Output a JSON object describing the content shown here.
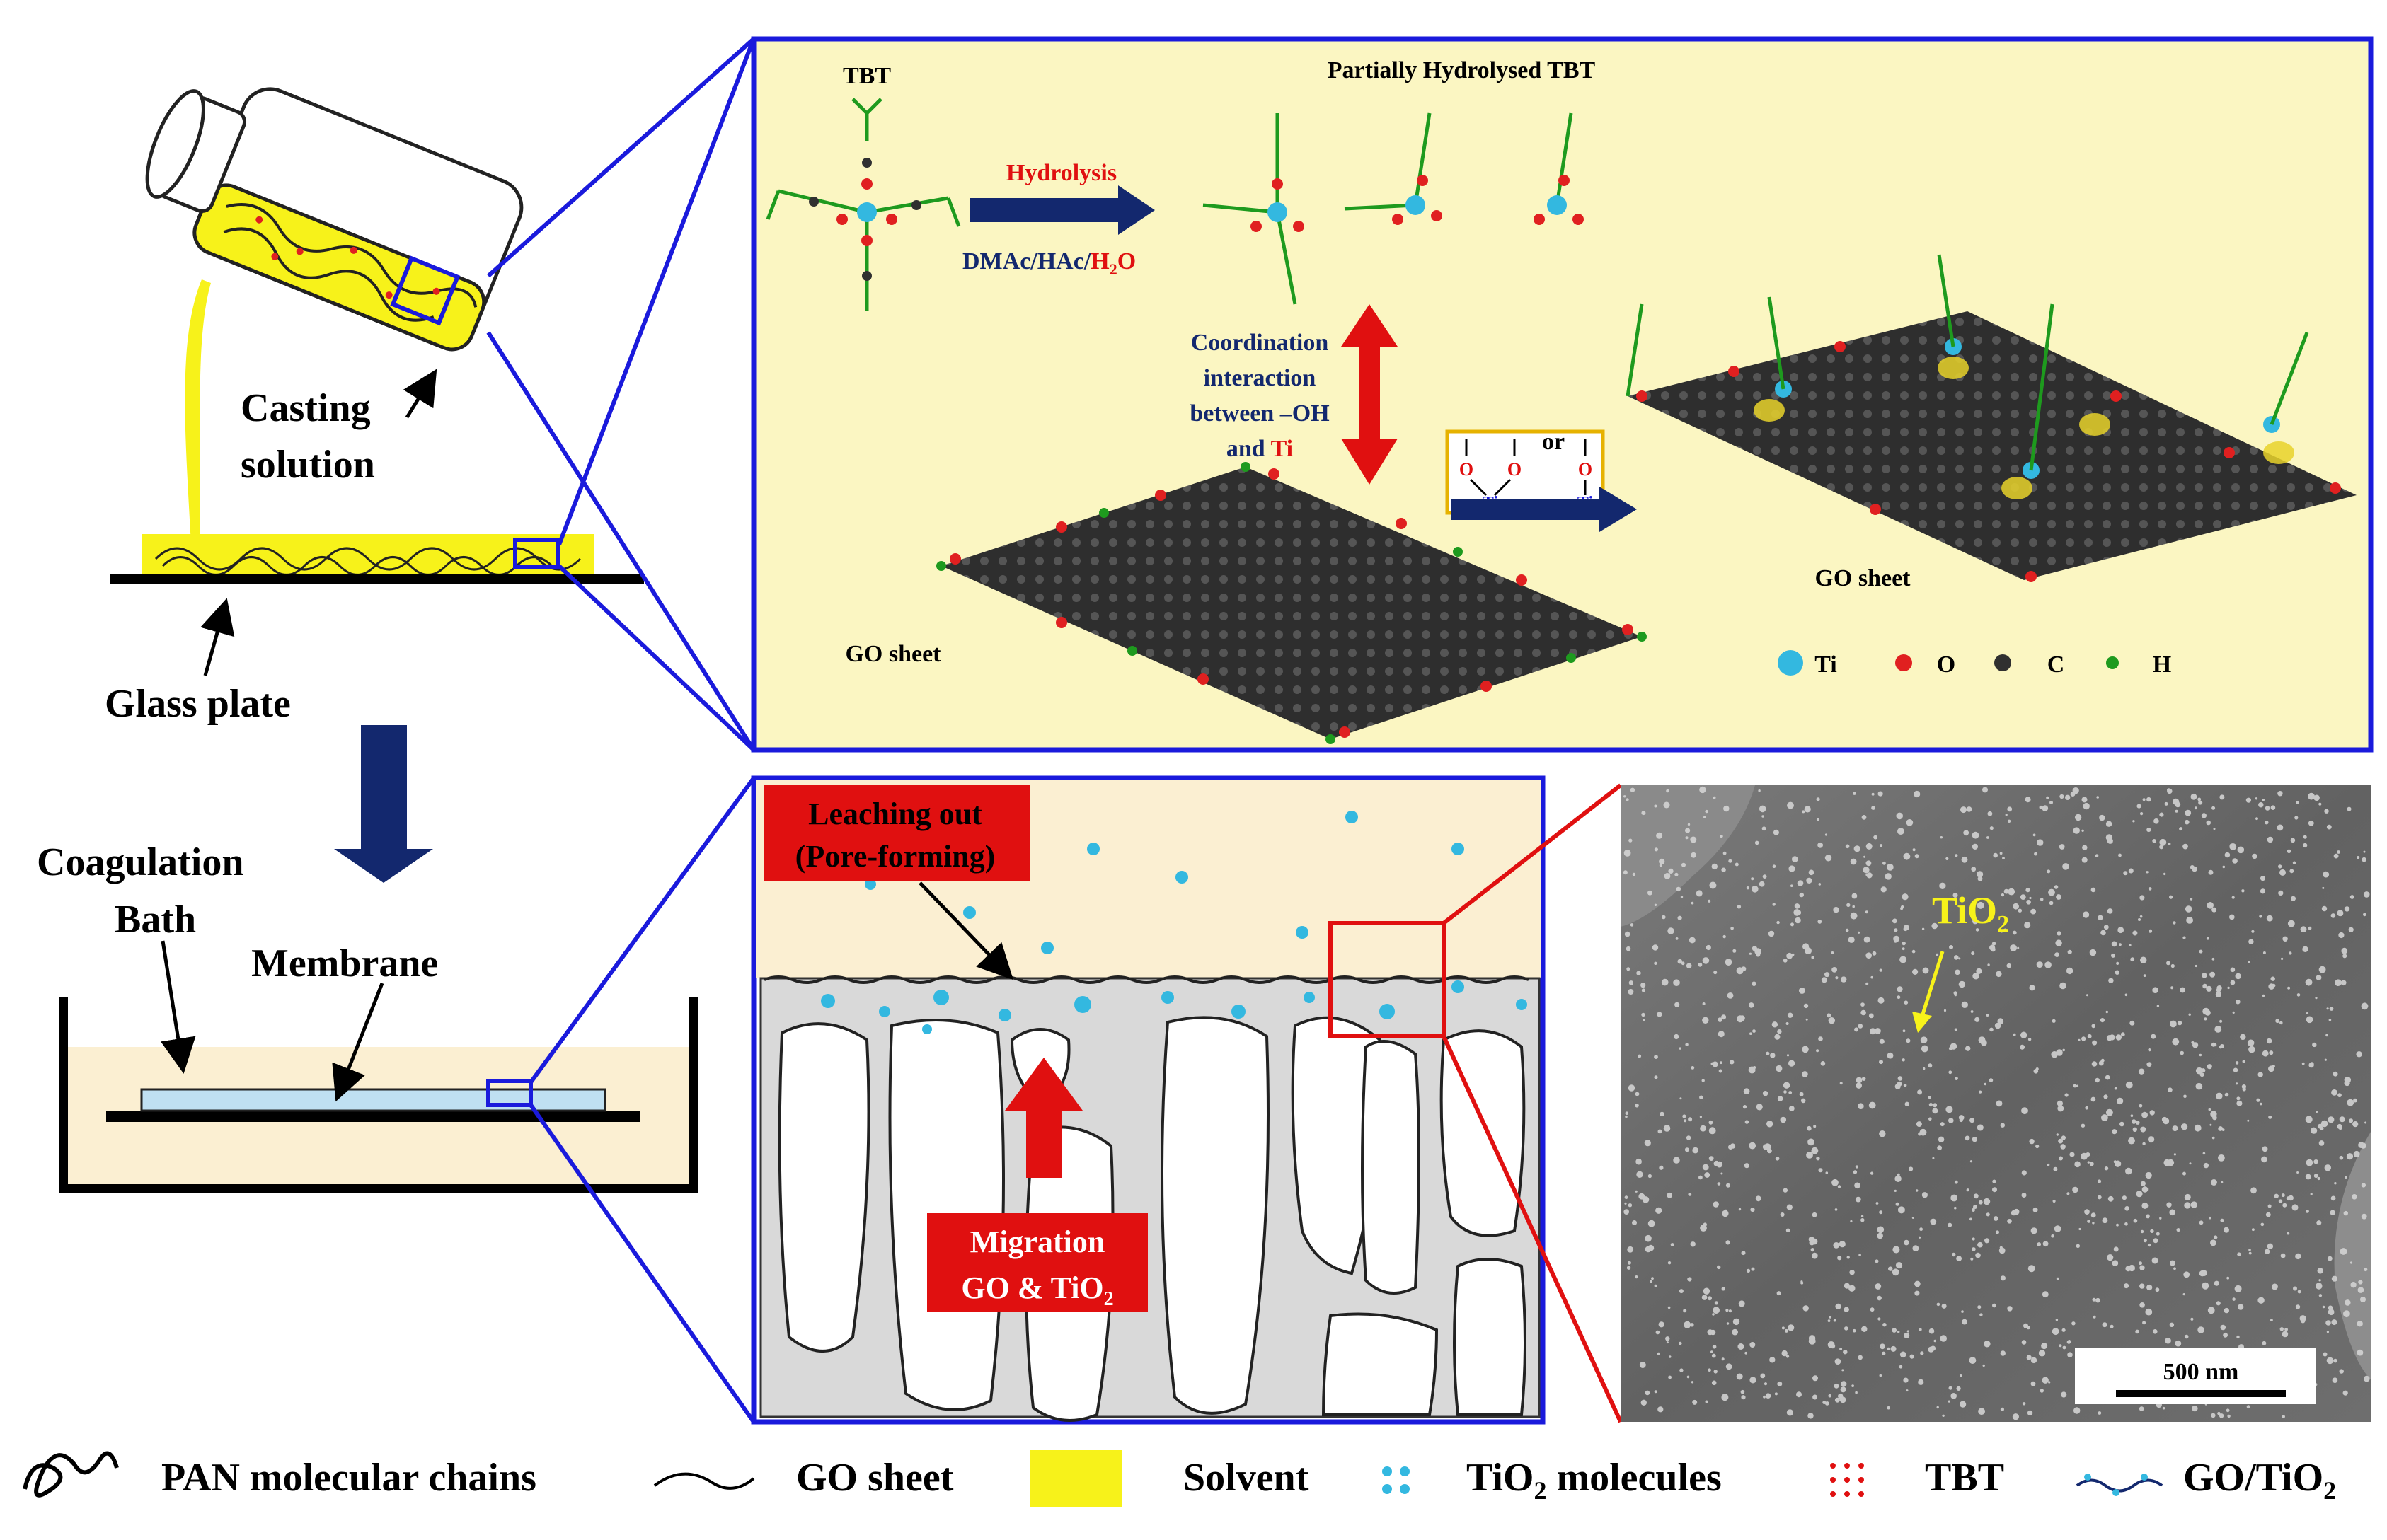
{
  "left": {
    "casting_line1": "Casting",
    "casting_line2": "solution",
    "glass_plate": "Glass plate",
    "coag_line1": "Coagulation",
    "coag_line2": "Bath",
    "membrane": "Membrane"
  },
  "top_panel": {
    "tbt": "TBT",
    "partial": "Partially Hydrolysed TBT",
    "hydrolysis": "Hydrolysis",
    "solvents_prefix": "DMAc/HAc/",
    "solvents_h2o": "H",
    "solvents_sub2": "2",
    "solvents_o": "O",
    "coord_line1": "Coordination",
    "coord_line2": "interaction",
    "coord_line3": "between –OH",
    "coord_line4a": "and ",
    "coord_line4b": "Ti",
    "or_label": "or",
    "ti_small": "Ti",
    "o_small": "O",
    "go_sheet_left": "GO sheet",
    "go_sheet_right": "GO sheet",
    "atom_legend": [
      {
        "symbol": "Ti",
        "color": "#33b8e0"
      },
      {
        "symbol": "O",
        "color": "#e02020"
      },
      {
        "symbol": "C",
        "color": "#303030"
      },
      {
        "symbol": "H",
        "color": "#1e9a1e"
      }
    ]
  },
  "bottom_panel": {
    "leach_line1": "Leaching out",
    "leach_line2": "(Pore-forming)",
    "migration_line1": "Migration",
    "migration_line2a": "GO & TiO",
    "migration_sub": "2"
  },
  "sem": {
    "tio2": "TiO",
    "tio2_sub": "2",
    "scale": "500 nm"
  },
  "legend": {
    "pan": "PAN molecular chains",
    "go": "GO sheet",
    "solvent": "Solvent",
    "tio2_a": "TiO",
    "tio2_sub": "2",
    "tio2_b": " molecules",
    "tbt": "TBT",
    "gotio2": "GO/TiO",
    "gotio2_sub": "2"
  },
  "colors": {
    "panel_border": "#1a1adc",
    "panel_fill": "#fbf6c2",
    "navy_arrow": "#13286e",
    "red": "#e01010",
    "solvent_yellow": "#f7f21a",
    "tio2_cyan": "#33b8e0",
    "bath_fill": "#fbefd2",
    "pore_gray": "#d9d9d9"
  }
}
